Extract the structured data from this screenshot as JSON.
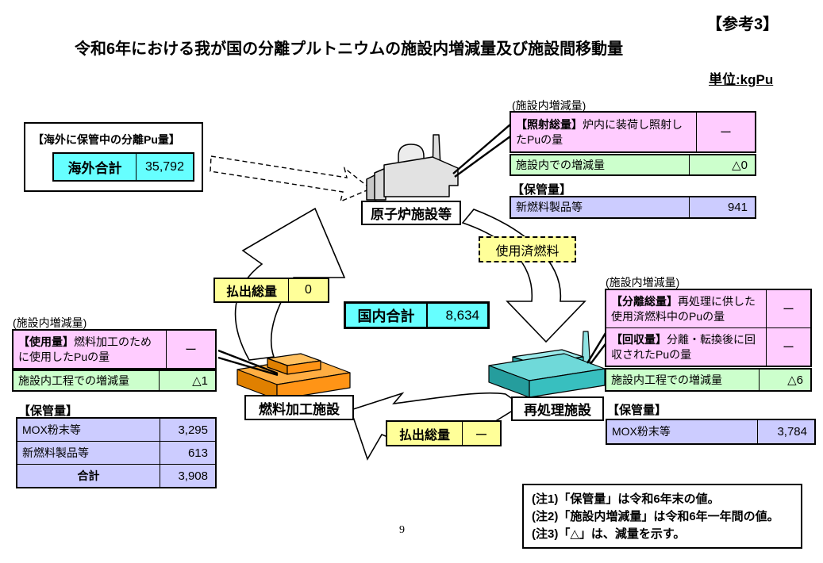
{
  "page": {
    "reference_tag": "【参考3】",
    "title": "令和6年における我が国の分離プルトニウムの施設内増減量及び施設間移動量",
    "unit_label": "単位:kgPu",
    "page_number": "9"
  },
  "overseas": {
    "caption": "【海外に保管中の分離Pu量】",
    "label": "海外合計",
    "value": "35,792"
  },
  "domestic_total": {
    "label": "国内合計",
    "value": "8,634"
  },
  "spent_fuel_label": "使用済燃料",
  "shipments": {
    "to_reactor": {
      "label": "払出総量",
      "value": "0"
    },
    "to_fuel_fab": {
      "label": "払出総量",
      "value": "ー"
    }
  },
  "reactor": {
    "name": "原子炉施設等",
    "change_caption": "(施設内増減量)",
    "flow_rows": [
      {
        "term": "【照射総量】",
        "desc": "炉内に装荷し照射したPuの量",
        "value": "ー"
      }
    ],
    "change_row": {
      "label": "施設内での増減量",
      "value": "△0"
    },
    "storage_caption": "【保管量】",
    "storage_rows": [
      {
        "label": "新燃料製品等",
        "value": "941"
      }
    ]
  },
  "reprocessing": {
    "name": "再処理施設",
    "change_caption": "(施設内増減量)",
    "flow_rows": [
      {
        "term": "【分離総量】",
        "desc": "再処理に供した使用済燃料中のPuの量",
        "value": "ー"
      },
      {
        "term": "【回収量】",
        "desc": "分離・転換後に回収されたPuの量",
        "value": "ー"
      }
    ],
    "change_row": {
      "label": "施設内工程での増減量",
      "value": "△6"
    },
    "storage_caption": "【保管量】",
    "storage_rows": [
      {
        "label": "MOX粉末等",
        "value": "3,784"
      }
    ]
  },
  "fuel_fabrication": {
    "name": "燃料加工施設",
    "change_caption": "(施設内増減量)",
    "flow_rows": [
      {
        "term": "【使用量】",
        "desc": "燃料加工のために使用したPuの量",
        "value": "ー"
      }
    ],
    "change_row": {
      "label": "施設内工程での増減量",
      "value": "△1"
    },
    "storage_caption": "【保管量】",
    "storage_rows": [
      {
        "label": "MOX粉末等",
        "value": "3,295"
      },
      {
        "label": "新燃料製品等",
        "value": "613"
      },
      {
        "label": "合計",
        "value": "3,908"
      }
    ]
  },
  "notes": {
    "lines": [
      "(注1)「保管量」は令和6年末の値。",
      "(注2)「施設内増減量」は令和6年一年間の値。",
      "(注3)「△」は、減量を示す。"
    ]
  },
  "colors": {
    "cyan": "#66FFFF",
    "pink": "#FFCCFF",
    "green": "#CCFFCC",
    "lavender": "#CCCCFF",
    "yellow": "#FFFF99",
    "orange": "#FF9416",
    "teal": "#38BFBF"
  }
}
